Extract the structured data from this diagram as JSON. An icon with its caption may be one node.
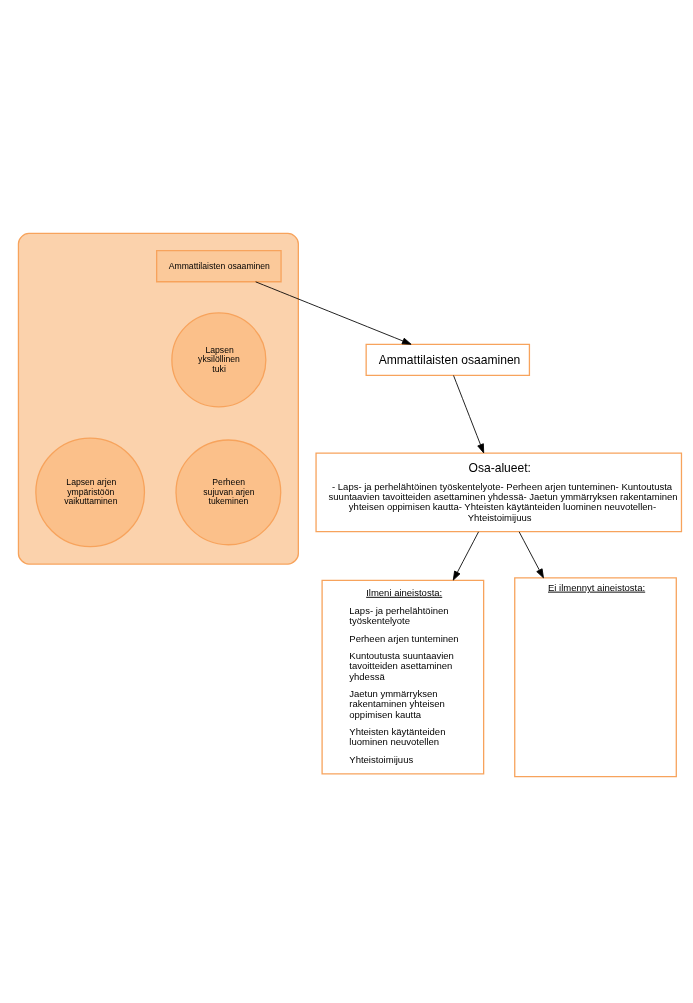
{
  "diagram": {
    "nodes": [
      {
        "text": [],
        "shape": "ellipse"
      },
      {
        "text": [
          "Ammattilaisten osaaminen"
        ],
        "in": 0
      },
      {
        "text": [
          "Lapsen yksilöllinen tuki"
        ],
        "in": 0
      },
      {
        "text": [
          "Lapsen arjen ympäristöön vaikuttaminen"
        ],
        "in": 0
      },
      {
        "text": [
          "Perheen sujuvan arjen tukeminen"
        ],
        "in": 0
      },
      {
        "text": [
          "Ammattilaisten osaaminen"
        ]
      },
      {
        "text": [
          "Osa-alueet:",
          "- Laps- ja perhelähtöinen työskentelyote- Perheen arjen tunteminen- Kuntoutusta suuntaavien tavoitteiden asettaminen yhdessä- Jaetun ymmärryksen rakentaminen yhteisen oppimisen kautta- Yhteisten käytänteiden luominen neuvotellen- Yhteistoimijuus"
        ]
      },
      {
        "text": [
          "Ilmeni aineistosta:",
          "Laps- ja perhelähtöinen työskentelyote",
          "Perheen arjen tunteminen",
          "Kuntoutusta suuntaavien tavoitteiden asettaminen yhdessä",
          "Jaetun ymmärryksen rakentaminen yhteisen oppimisen kautta",
          "Yhteisten käytänteiden luominen neuvotellen",
          "Yhteistoimijuus"
        ]
      },
      {
        "text": [
          "Ei ilmennyt aineistosta:"
        ]
      }
    ],
    "edges": [
      {
        "from": 1,
        "to": 5,
        "arrow": "to"
      },
      {
        "from": 5,
        "to": 6,
        "arrow": "to"
      },
      {
        "from": 6,
        "to": 7,
        "arrow": "to"
      },
      {
        "from": 6,
        "to": 8,
        "arrow": "to"
      }
    ]
  }
}
